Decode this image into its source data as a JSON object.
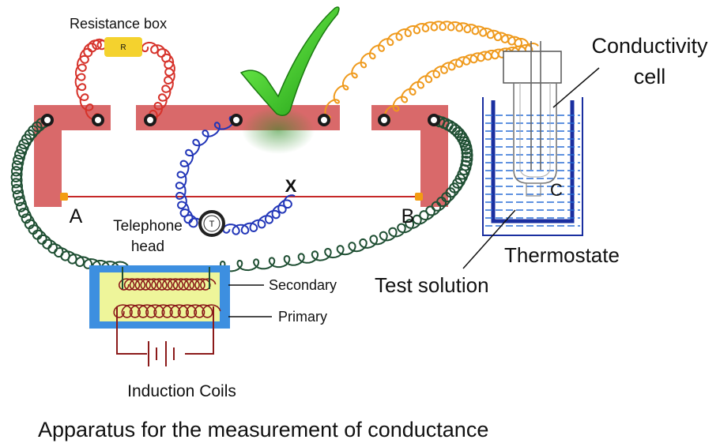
{
  "labels": {
    "resistance_box": "Resistance box",
    "resistor_symbol": "R",
    "conductivity_cell_line1": "Conductivity",
    "conductivity_cell_line2": "cell",
    "point_x": "X",
    "point_a": "A",
    "point_b": "B",
    "point_c": "C",
    "telephone_line1": "Telephone",
    "telephone_line2": "head",
    "telephone_symbol": "T",
    "thermostate": "Thermostate",
    "test_solution": "Test solution",
    "secondary": "Secondary",
    "primary": "Primary",
    "induction_coils": "Induction Coils",
    "caption": "Apparatus for the measurement of conductance"
  },
  "colors": {
    "metre_bridge_strip": "#d9696a",
    "red_lead": "#d6322a",
    "orange_lead": "#ef9a1d",
    "blue_lead": "#2236b8",
    "green_lead": "#1f4f33",
    "coil_wire": "#8b1a1a",
    "coil_frame": "#3d8fe0",
    "coil_core": "#eef59a",
    "cell_liquid": "#2a6fd6",
    "beaker": "#1a2fa0",
    "checkmark": "#33cc22",
    "resistor_body": "#f4d22e"
  },
  "icons": {
    "checkmark": "checkmark-icon",
    "telephone_head": "telephone-head-icon",
    "battery": "battery-icon"
  }
}
